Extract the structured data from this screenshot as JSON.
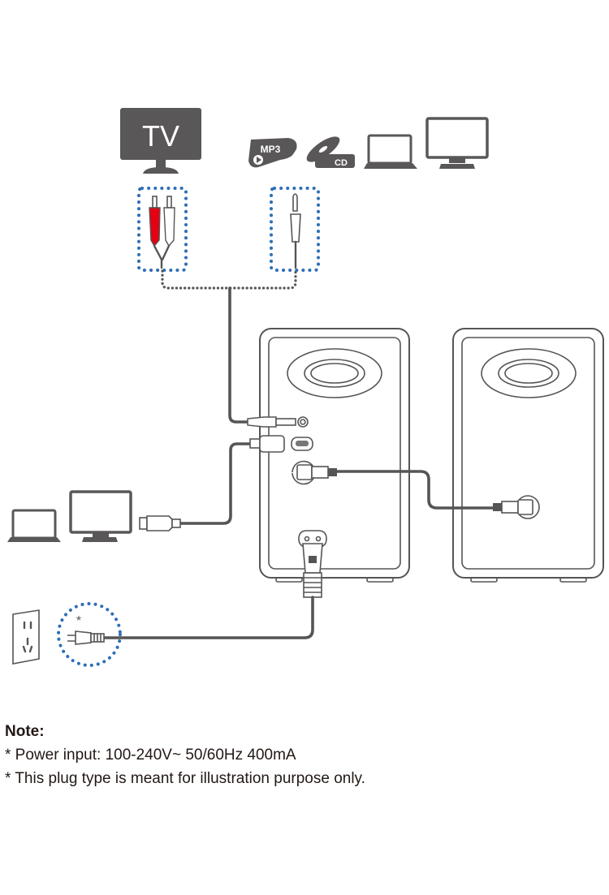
{
  "diagram": {
    "title": "Speaker connection diagram",
    "sources_analog": {
      "tv_label": "TV",
      "mp3_label": "MP3",
      "cd_label": "CD",
      "devices": [
        "tv",
        "mp3-player",
        "cd-player",
        "laptop",
        "monitor"
      ]
    },
    "sources_usb": {
      "devices": [
        "laptop",
        "monitor"
      ]
    },
    "connectors": {
      "rca_colors": {
        "left": "#e60012",
        "right": "#ffffff"
      },
      "highlight_color": "#2f6fb5",
      "aux": "3.5mm-jack",
      "usb": "usb-c",
      "speaker_link": "speaker-interconnect",
      "power": "figure-8-ac"
    },
    "power_plug_marker": "*"
  },
  "note": {
    "title": "Note:",
    "lines": [
      "* Power input: 100-240V~ 50/60Hz 400mA",
      "* This plug type is meant for illustration purpose only."
    ]
  }
}
